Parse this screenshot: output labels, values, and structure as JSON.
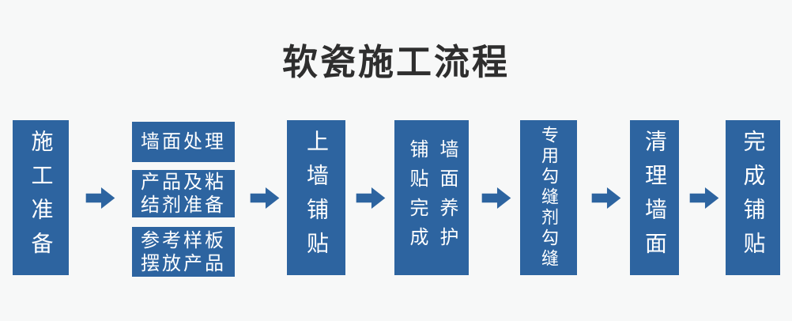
{
  "title": "软瓷施工流程",
  "colors": {
    "background": "#f7f8f8",
    "box_blue": "#2d64a0",
    "box_text": "#ffffff",
    "title_text": "#2e2e2e",
    "arrow_blue": "#2d64a0"
  },
  "steps": [
    {
      "label": "施工准备"
    },
    {
      "items": [
        "墙面处理",
        "产品及粘\n结剂准备",
        "参考样板\n摆放产品"
      ]
    },
    {
      "label": "上墙铺贴"
    },
    {
      "columns": [
        "铺贴完成",
        "墙面养护"
      ]
    },
    {
      "label": "专用勾缝剂勾缝"
    },
    {
      "label": "清理墙面"
    },
    {
      "label": "完成铺贴"
    }
  ]
}
